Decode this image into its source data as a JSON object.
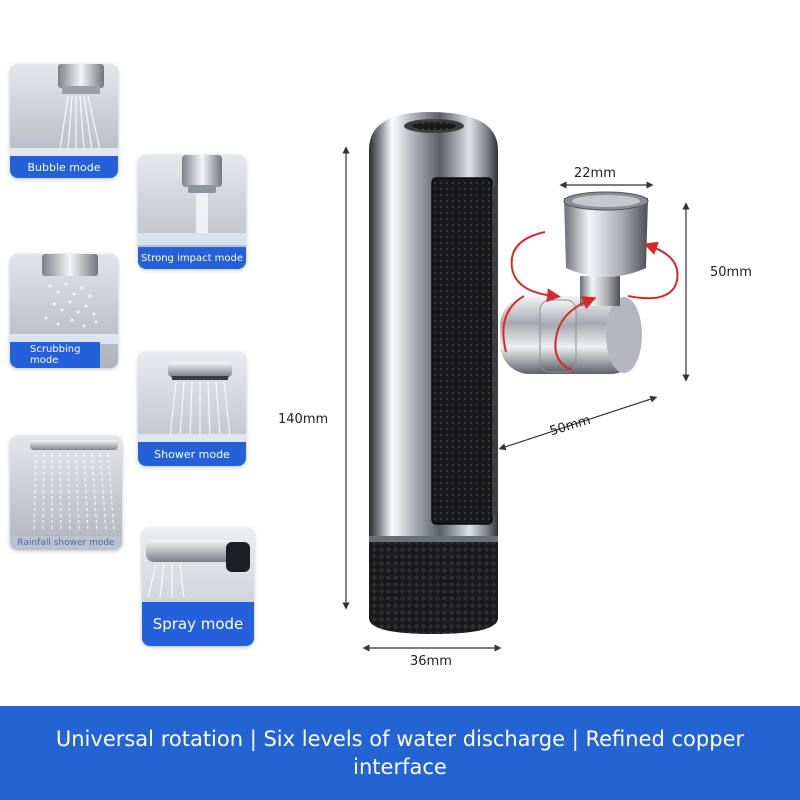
{
  "modes": [
    {
      "label": "Bubble mode"
    },
    {
      "label": "Strong impact mode"
    },
    {
      "label": "Scrubbing mode"
    },
    {
      "label": "Shower mode"
    },
    {
      "label": "Rainfall shower mode"
    },
    {
      "label": "Spray mode"
    }
  ],
  "dimensions": {
    "height": "140mm",
    "bottom_width": "36mm",
    "outlet_diameter": "22mm",
    "outlet_height": "50mm",
    "arm_length": "50mm"
  },
  "banner": {
    "text": "Universal rotation | Six levels of water discharge | Refined copper interface"
  },
  "colors": {
    "accent_blue": "#2364d2",
    "rotation_arrows": "#d62a2a",
    "chrome": "#c9ccd1",
    "black_grip": "#1b1b1d"
  },
  "icons": [
    "faucet-product",
    "rotation-arrow-icon",
    "dimension-arrow-icon"
  ]
}
